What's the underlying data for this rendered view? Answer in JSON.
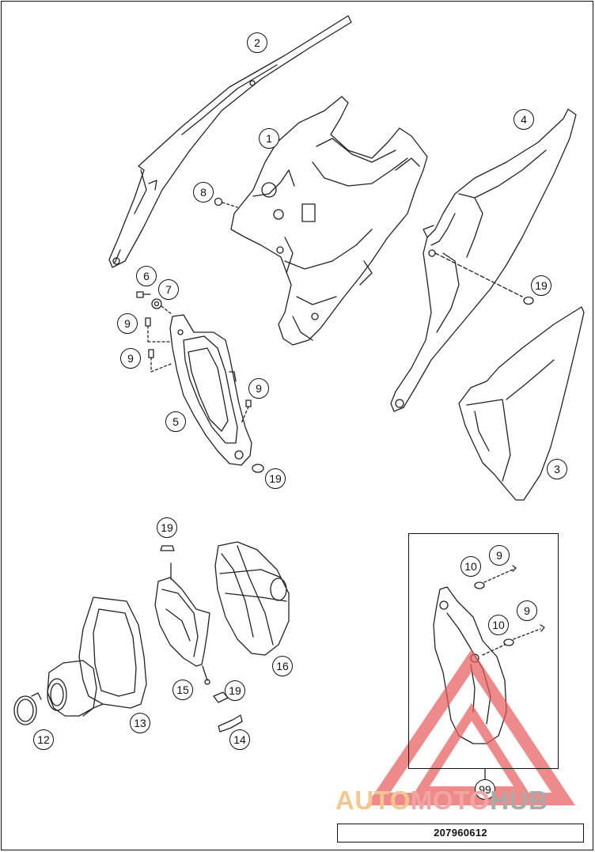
{
  "callouts": {
    "c1": "1",
    "c2": "2",
    "c3": "3",
    "c4": "4",
    "c5": "5",
    "c6": "6",
    "c7": "7",
    "c8": "8",
    "c9a": "9",
    "c9b": "9",
    "c9c": "9",
    "c9d": "9",
    "c9e": "9",
    "c10a": "10",
    "c10b": "10",
    "c12": "12",
    "c13": "13",
    "c14": "14",
    "c15": "15",
    "c16": "16",
    "c19a": "19",
    "c19b": "19",
    "c19c": "19",
    "c19d": "19",
    "c99": "99"
  },
  "drawing_code": "207960612",
  "watermark": {
    "part1": "AUTO",
    "part2": "MOTO",
    "part3": "HUB"
  },
  "colors": {
    "line": "#111111",
    "watermark_red": "#e85a5a",
    "watermark_orange": "#f4c690"
  }
}
